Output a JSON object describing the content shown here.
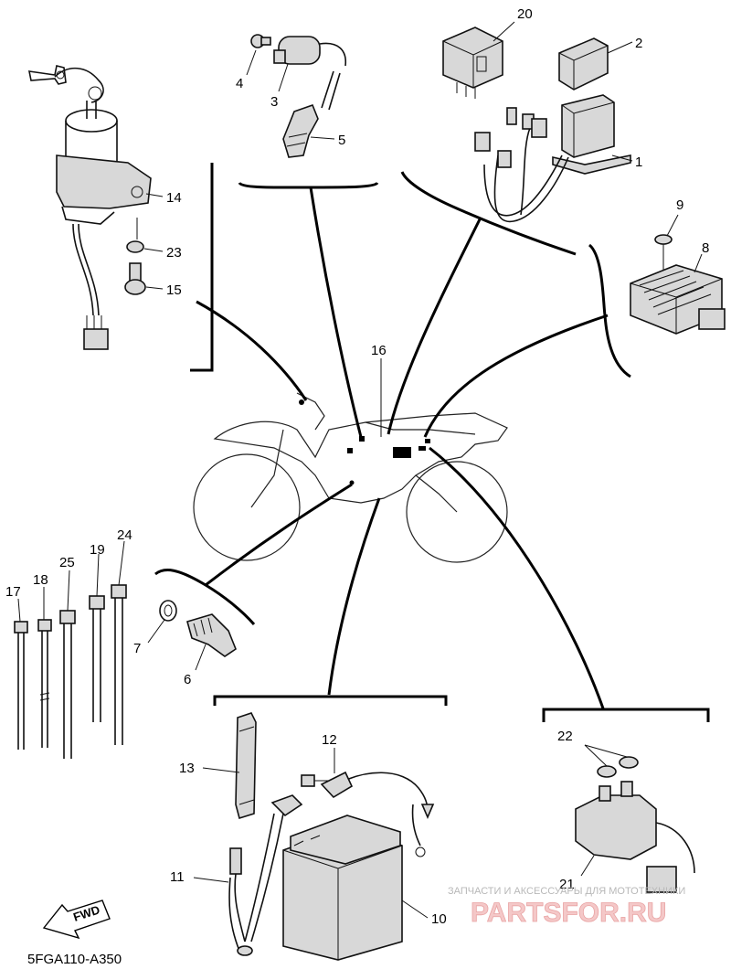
{
  "diagram_code": "5FGA110-A350",
  "fwd_label": "FWD",
  "watermark": {
    "tagline": "ЗАПЧАСТИ И АКСЕССУАРЫ ДЛЯ МОТОТЕХНИКИ",
    "brand": "PARTSFOR.RU"
  },
  "callouts": {
    "c1": "1",
    "c2": "2",
    "c3": "3",
    "c4": "4",
    "c5": "5",
    "c6": "6",
    "c7": "7",
    "c8": "8",
    "c9": "9",
    "c10": "10",
    "c11": "11",
    "c12": "12",
    "c13": "13",
    "c14": "14",
    "c15": "15",
    "c16": "16",
    "c17": "17",
    "c18": "18",
    "c19": "19",
    "c20": "20",
    "c21": "21",
    "c22": "22",
    "c23": "23",
    "c24": "24",
    "c25": "25"
  }
}
